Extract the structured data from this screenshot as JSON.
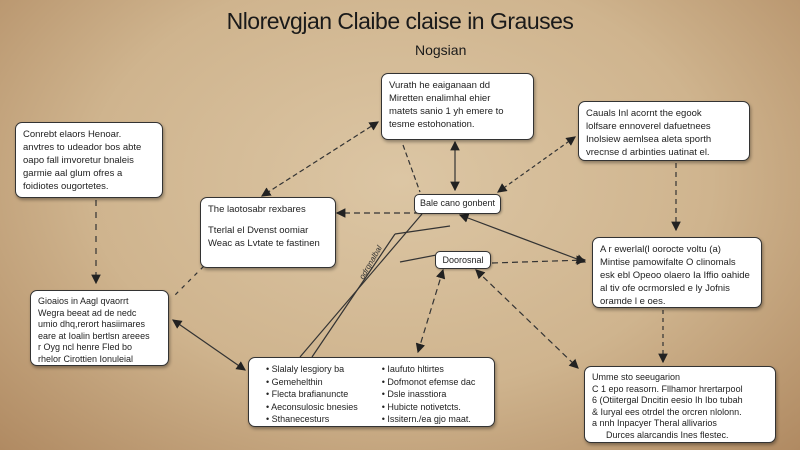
{
  "title": "Nlorevgjan Claibe claise in Grauses",
  "subtitle": "Nogsian",
  "boxes": {
    "top_center": [
      "Vurath he eaiganaan dd",
      "Miretten enalimhal ehier",
      "matets sanio 1 yh emere to",
      "tesme estohonation."
    ],
    "top_right": [
      "Cauals Inl acornt the egook",
      "lolfsare ennoverel dafuetnees",
      "Inolsiew aemlsea aleta sporth",
      "vrecnse d arbinties uatinat el."
    ],
    "left_top": [
      "Conrebt elaors Henoar.",
      "anvtres to udeador bos abte",
      "oapo fall imvoretur bnaleis",
      "garmie aal glum ofres a",
      "foidiotes ougortetes."
    ],
    "mid_left": [
      "The laotosabr rexbares",
      "",
      "Tterlal el Dvenst oomiar",
      "Weac as Lvtate te fastinen"
    ],
    "mid_right": [
      "A r ewerlal(l oorocte voltu (a)",
      "Mintise pamowifalte O clinomals",
      "esk ebl Opeoo olaero Ia Iffio oahide",
      "al tiv ofe ocrmorsled e ly Jofnis",
      "oramde l e oes."
    ],
    "left_bottom": [
      "Gioaios in Aagl qvaorrt",
      "Wegra beeat ad de nedc",
      "umio dhq,rerort hasiimares",
      "eare at Ioalin bertlsn areees",
      "r Oyg ncl henre Fled bo",
      "rhelor Cirottien Ionuleial"
    ],
    "bottom_center": {
      "left": [
        "Slalaly lesgiory ba",
        "Gemehelthin",
        "Flecta brafianuncte",
        "Aeconsulosic bnesies",
        "Sthanecesturs"
      ],
      "right": [
        "Iaufuto hltirtes",
        "Dofmonot efemse dac",
        "Dsle inasstiora",
        "Hubicte notivetcts.",
        "Issitern./ea gjo maat."
      ]
    },
    "bottom_right": [
      "Umme sto seeugarion",
      "C 1 epo reasorn. Fllhamor hrertarpool",
      "6 (Otiitergal Dncitin eesio Ih Ibo tubah",
      "& Iuryal ees otrdel the orcren nlolonn.",
      "a nnh Inpacyer Theral allivarios",
      "Durces alarcandis Ines flestec."
    ]
  },
  "pills": {
    "center_top": "Bale cano gonbent",
    "center_mid": "Doorosnal"
  },
  "arrow_label": "odrgnalbal"
}
